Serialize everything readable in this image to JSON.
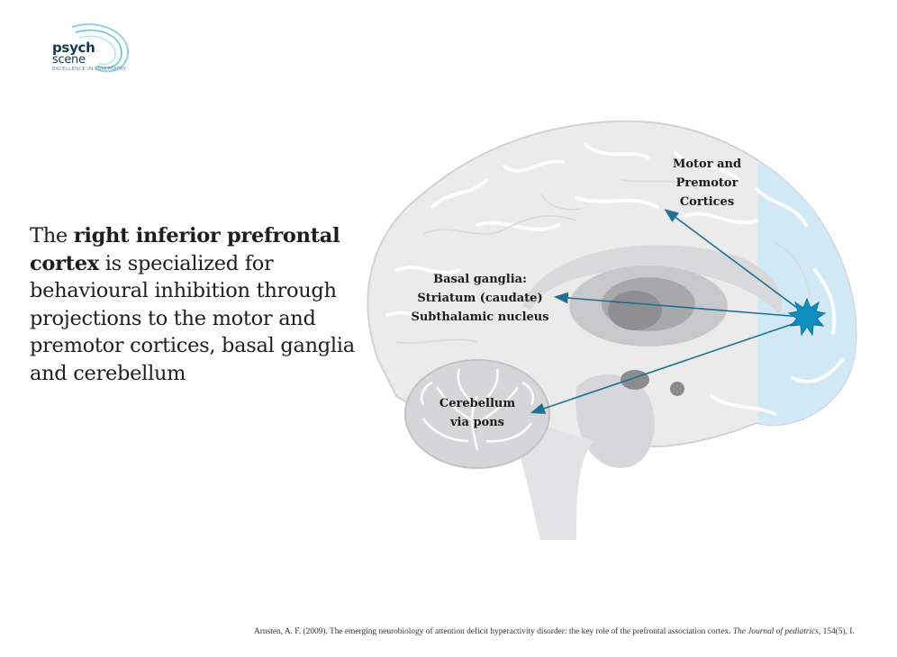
{
  "logo": {
    "line1": "psych",
    "line2": "scene",
    "tagline": "EXCELLENCE IN PSYCHIATRY"
  },
  "main_text": {
    "prefix": "The ",
    "bold": "right inferior prefrontal cortex",
    "suffix": " is specialized for behavioural inhibition through projections to the motor and premotor cortices, basal ganglia and cerebellum"
  },
  "diagram": {
    "labels": {
      "motor": [
        "Motor and",
        "Premotor",
        "Cortices"
      ],
      "basal": [
        "Basal ganglia:",
        "Striatum (caudate)",
        "Subthalamic nucleus"
      ],
      "cerebellum": [
        "Cerebellum",
        "via pons"
      ]
    },
    "colors": {
      "arrow": "#1f6f95",
      "source": "#0f8fc0",
      "prefrontal_highlight": "#cfe9f6",
      "brain": "#e9e9ea",
      "brain_outline": "#cfcfd1"
    },
    "icons": {
      "source": "starburst-icon"
    }
  },
  "citation": {
    "authors": "Arnsten, A. F. (2009). The emerging neurobiology of attention deficit hyperactivity disorder: the key role of the prefrontal association cortex. ",
    "journal": "The Journal of pediatrics",
    "rest": ", 154(5), I."
  }
}
